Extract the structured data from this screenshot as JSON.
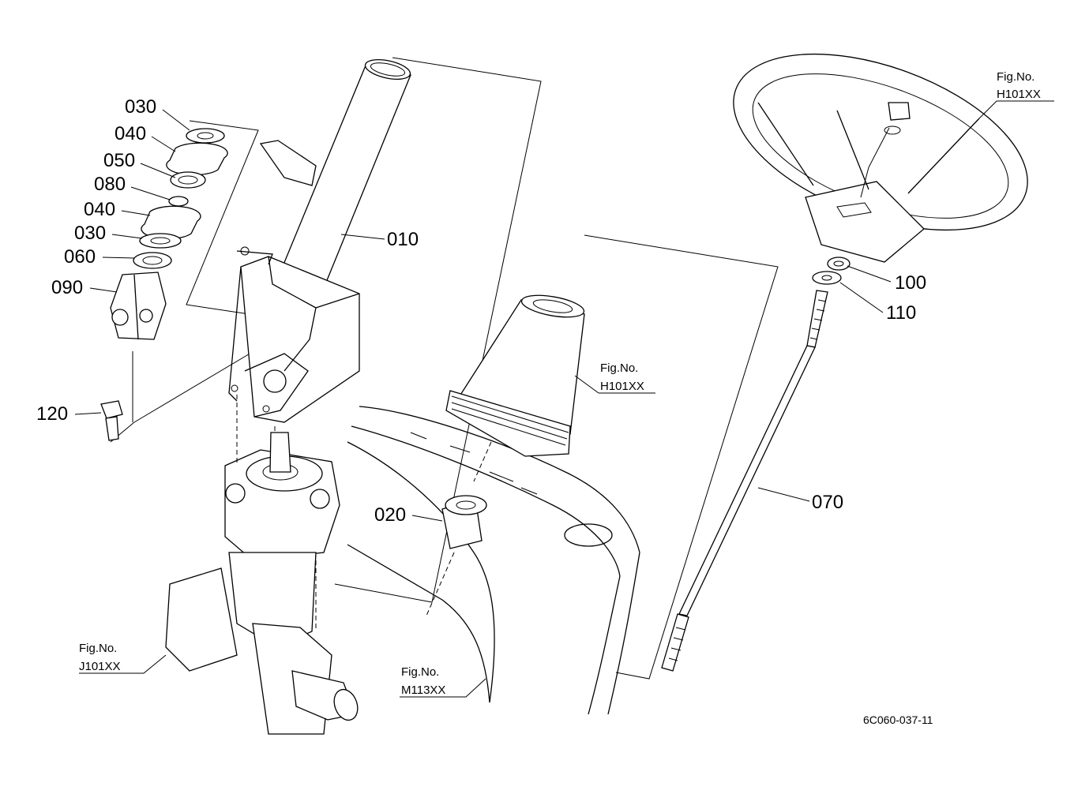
{
  "diagram": {
    "drawing_code": "6C060-037-11",
    "fig_refs": {
      "steering_wheel": {
        "prefix": "Fig.No.",
        "code": "H101XX"
      },
      "boot": {
        "prefix": "Fig.No.",
        "code": "H101XX"
      },
      "gearbox": {
        "prefix": "Fig.No.",
        "code": "J101XX"
      },
      "dash_panel": {
        "prefix": "Fig.No.",
        "code": "M113XX"
      }
    },
    "callouts": {
      "p030_top": "030",
      "p040_top": "040",
      "p050": "050",
      "p080": "080",
      "p040_bot": "040",
      "p030_bot": "030",
      "p060": "060",
      "p090": "090",
      "p010": "010",
      "p120": "120",
      "p020": "020",
      "p100": "100",
      "p110": "110",
      "p070": "070"
    }
  }
}
